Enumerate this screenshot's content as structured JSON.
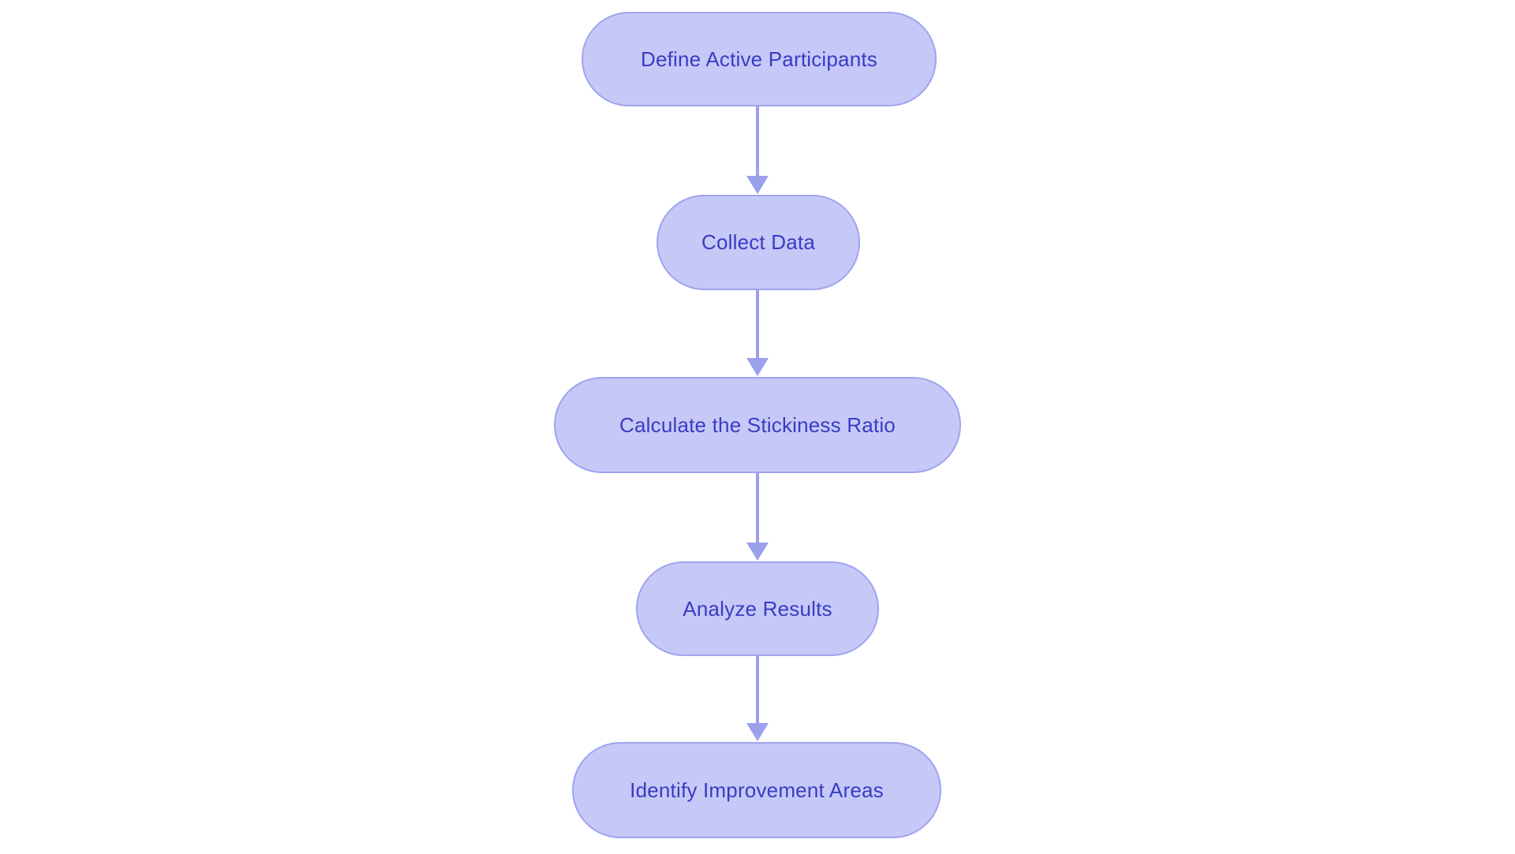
{
  "diagram": {
    "type": "flowchart",
    "direction": "top-down",
    "nodes": [
      {
        "label": "Define Active Participants"
      },
      {
        "label": "Collect Data"
      },
      {
        "label": "Calculate the Stickiness Ratio"
      },
      {
        "label": "Analyze Results"
      },
      {
        "label": "Identify Improvement Areas"
      }
    ],
    "edges": [
      {
        "from": 0,
        "to": 1
      },
      {
        "from": 1,
        "to": 2
      },
      {
        "from": 2,
        "to": 3
      },
      {
        "from": 3,
        "to": 4
      }
    ],
    "colors": {
      "background": "#ffffff",
      "node_fill": "#c6c8f7",
      "node_border": "#9fa4ef",
      "node_text": "#383cc3",
      "arrow": "#9aa0ec"
    }
  }
}
